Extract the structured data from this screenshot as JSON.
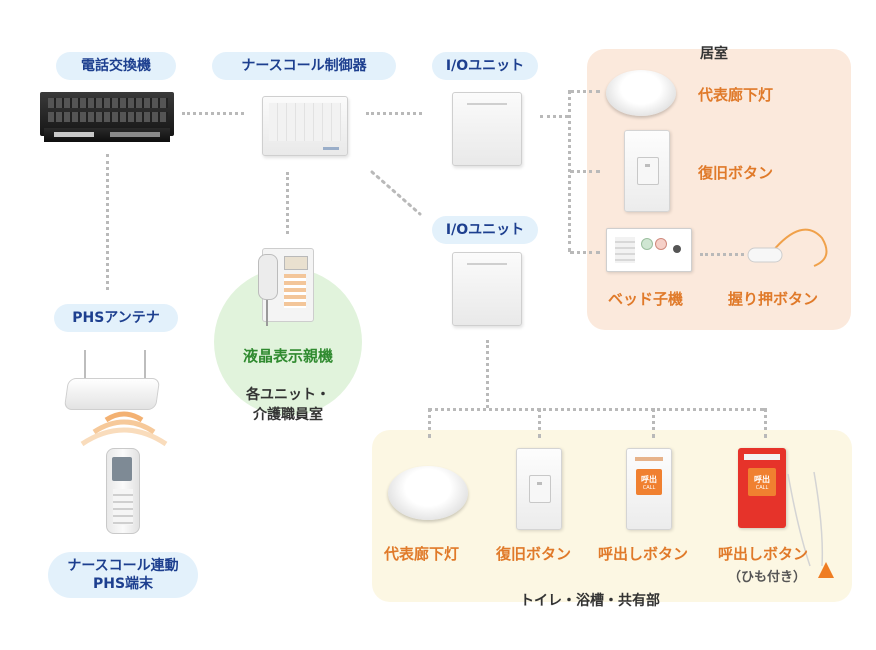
{
  "nodes": {
    "pbx": "電話交換機",
    "nurse_call_controller": "ナースコール制御器",
    "io_unit_top": "I/Oユニット",
    "io_unit_middle": "I/Oユニット",
    "phs_antenna": "PHSアンテナ",
    "phs_terminal_line1": "ナースコール連動",
    "phs_terminal_line2": "PHS端末",
    "lcd_master": "液晶表示親機",
    "location_line1": "各ユニット・",
    "location_line2": "介護職員室"
  },
  "room": {
    "title": "居室",
    "items": {
      "corridor_light": "代表廊下灯",
      "reset_button": "復旧ボタン",
      "bedside_unit": "ベッド子機",
      "grip_button": "握り押ボタン"
    }
  },
  "toilet": {
    "title": "トイレ・浴槽・共有部",
    "items": {
      "corridor_light": "代表廊下灯",
      "reset_button": "復旧ボタン",
      "call_button": "呼出しボタン",
      "call_button_cord": "呼出しボタン",
      "cord_note": "（ひも付き）"
    },
    "call_label": "呼出",
    "call_sub": "CALL"
  },
  "colors": {
    "pill_bg": "#e3f1fb",
    "pill_text": "#1d3f8f",
    "room_bg": "#fbe9dc",
    "toilet_bg": "#fcf7e3",
    "orange_text": "#e07a2a",
    "green_text": "#2f8a2f",
    "circle_bg": "#e1f3dc",
    "dotted_line": "#b9b9b9"
  }
}
